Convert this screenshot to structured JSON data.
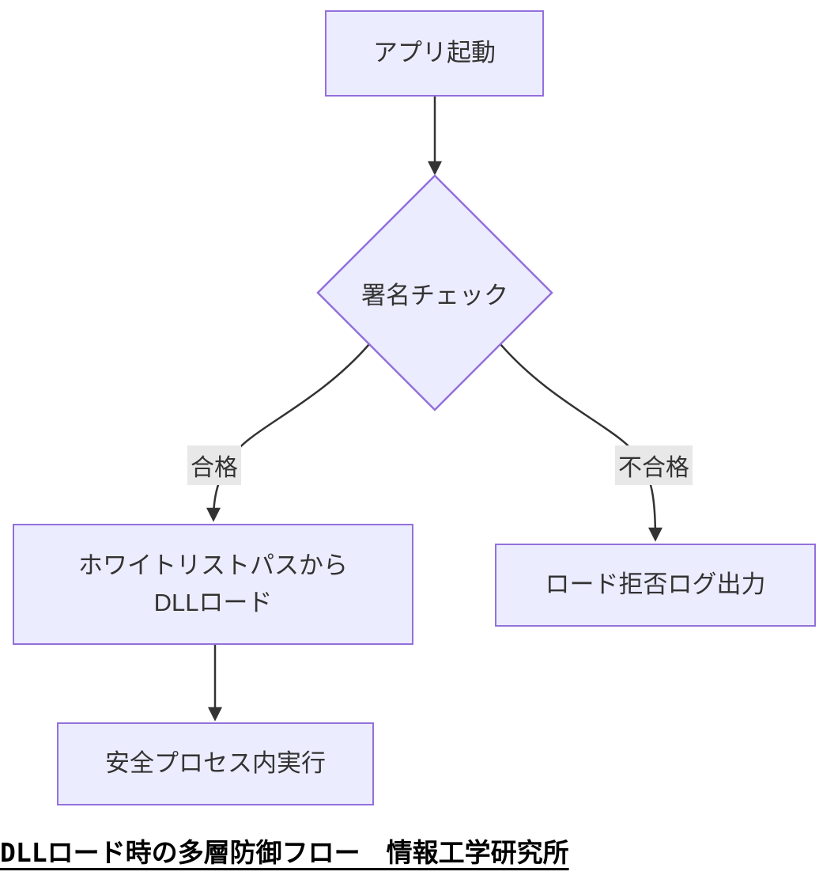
{
  "flowchart": {
    "type": "flowchart",
    "direction": "top-down",
    "nodes": [
      {
        "id": "app_start",
        "shape": "rect",
        "label": "アプリ起動"
      },
      {
        "id": "signature_check",
        "shape": "diamond",
        "label": "署名チェック"
      },
      {
        "id": "whitelist_load",
        "shape": "rect",
        "label": "ホワイトリストパスから DLLロード",
        "lines": [
          "ホワイトリストパスから",
          "DLLロード"
        ]
      },
      {
        "id": "deny_log",
        "shape": "rect",
        "label": "ロード拒否ログ出力"
      },
      {
        "id": "safe_exec",
        "shape": "rect",
        "label": "安全プロセス内実行"
      }
    ],
    "edges": [
      {
        "from": "app_start",
        "to": "signature_check",
        "label": ""
      },
      {
        "from": "signature_check",
        "to": "whitelist_load",
        "label": "合格"
      },
      {
        "from": "signature_check",
        "to": "deny_log",
        "label": "不合格"
      },
      {
        "from": "whitelist_load",
        "to": "safe_exec",
        "label": ""
      }
    ]
  },
  "caption": {
    "text": "DLLロード時の多層防御フロー　情報工学研究所"
  },
  "colors": {
    "node_fill": "#ECECFF",
    "node_border": "#9370DB",
    "edge": "#333333",
    "edge_label_bg": "#e8e8e8",
    "text": "#333333",
    "caption_text": "#000000",
    "background": "#ffffff"
  }
}
